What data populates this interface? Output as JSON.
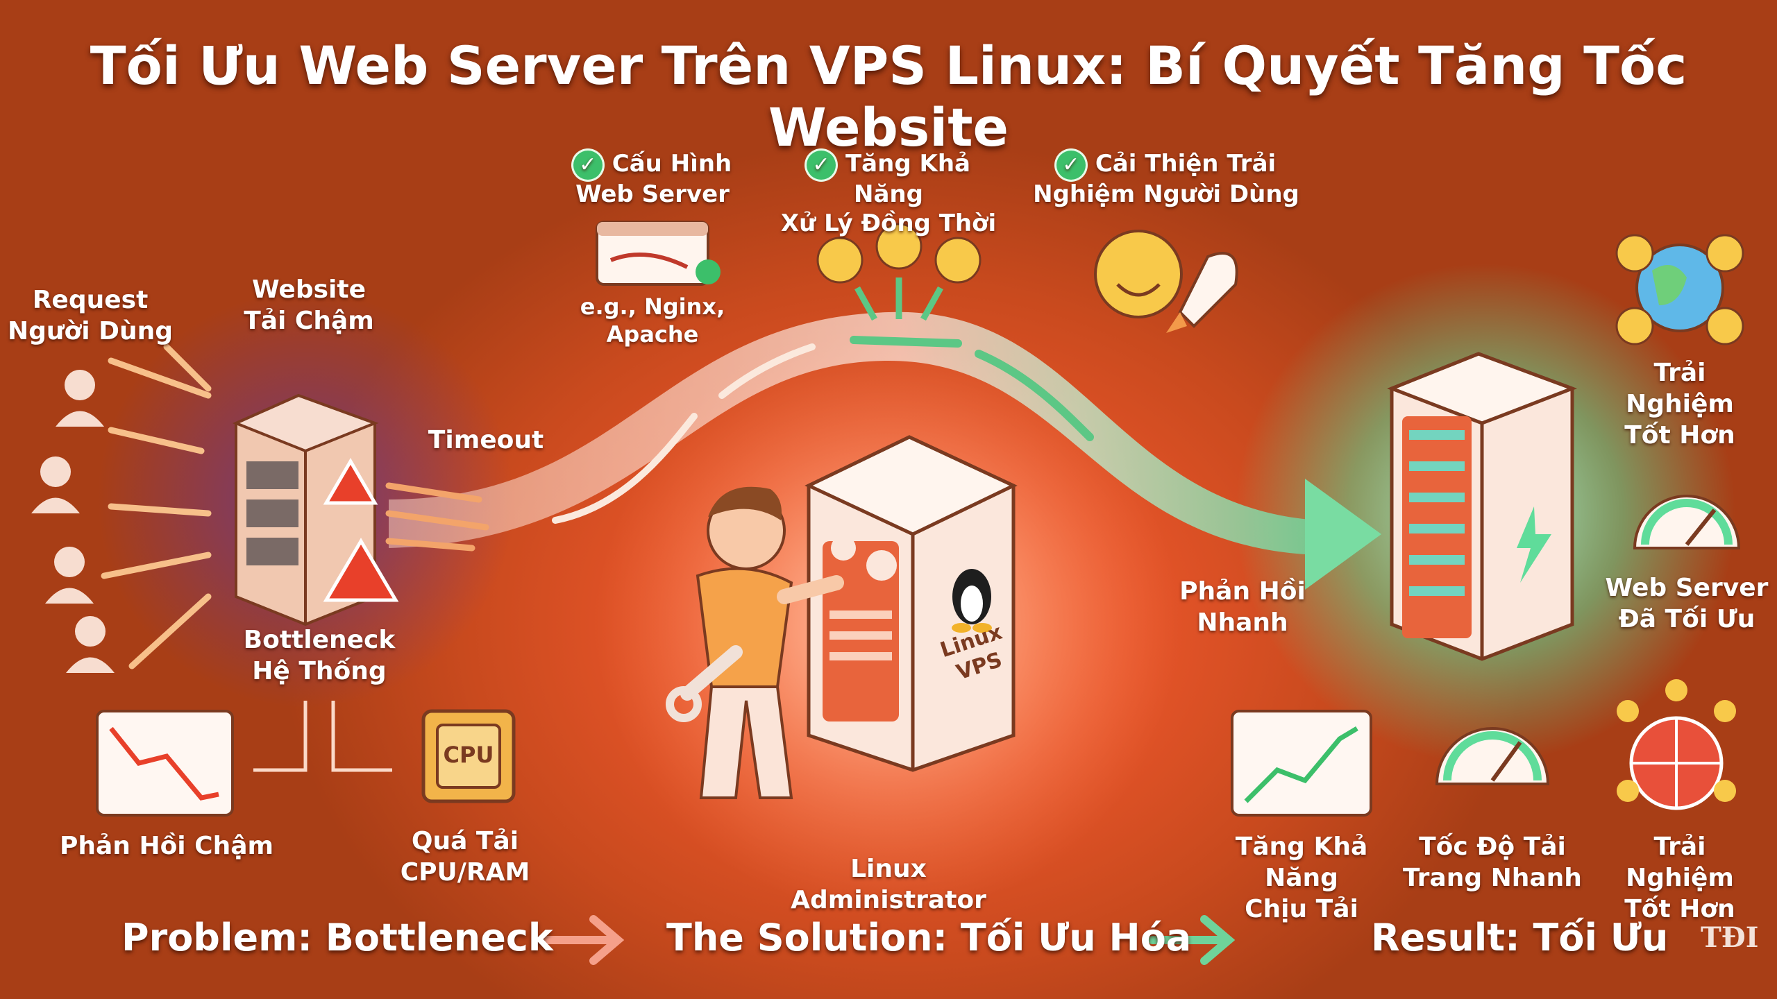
{
  "title": "Tối Ưu Web Server Trên VPS Linux: Bí Quyết Tăng Tốc Website",
  "problem": {
    "request_line1": "Request",
    "request_line2": "Người Dùng",
    "slow_site_line1": "Website",
    "slow_site_line2": "Tải Chậm",
    "timeout": "Timeout",
    "bottleneck_line1": "Bottleneck",
    "bottleneck_line2": "Hệ Thống",
    "slow_response": "Phản Hồi Chậm",
    "overload_line1": "Quá Tải",
    "overload_line2": "CPU/RAM",
    "cpu_chip": "CPU"
  },
  "solution": {
    "step1_line1": "Cấu Hình",
    "step1_line2": "Web Server",
    "step1_example_line1": "e.g., Nginx,",
    "step1_example_line2": "Apache",
    "step2_line1": "Tăng Khả Năng",
    "step2_line2": "Xử Lý Đồng Thời",
    "step3_line1": "Cải Thiện Trải",
    "step3_line2": "Nghiệm Người Dùng",
    "vps_line1": "Linux",
    "vps_line2": "VPS",
    "admin": "Linux Administrator",
    "fast_response_line1": "Phản Hồi",
    "fast_response_line2": "Nhanh"
  },
  "result": {
    "better_exp1_line1": "Trải Nghiệm",
    "better_exp1_line2": "Tốt Hơn",
    "optimized_line1": "Web Server",
    "optimized_line2": "Đã Tối Ưu",
    "load_line1": "Tăng Khả Năng",
    "load_line2": "Chịu Tải",
    "speed_line1": "Tốc Độ Tải",
    "speed_line2": "Trang Nhanh",
    "better_exp2_line1": "Trải Nghiệm",
    "better_exp2_line2": "Tốt Hơn"
  },
  "footer": {
    "problem": "Problem: Bottleneck",
    "solution": "The Solution: Tối Ưu Hóa",
    "result": "Result: Tối Ưu",
    "logo": "TĐI"
  },
  "colors": {
    "background": "#d9522a",
    "problem_arrow": "#f7c08a",
    "solution_arrow": "#6fd39a",
    "check": "#3cbf6a",
    "server_body": "#f7ddd0",
    "server_panel": "#e8643c"
  }
}
